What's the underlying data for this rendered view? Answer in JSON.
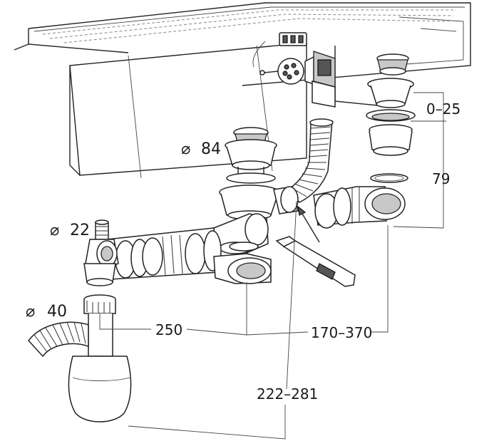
{
  "dimensions": {
    "overflow_height": "0–25",
    "basket_depth": "79",
    "outlet_spacing": "250",
    "connector_range": "170–370",
    "total_height": "222–281"
  },
  "diameters": {
    "strainer": "84",
    "hose_spigot": "22",
    "trap_outlet": "40"
  },
  "diameter_symbol": "⌀"
}
